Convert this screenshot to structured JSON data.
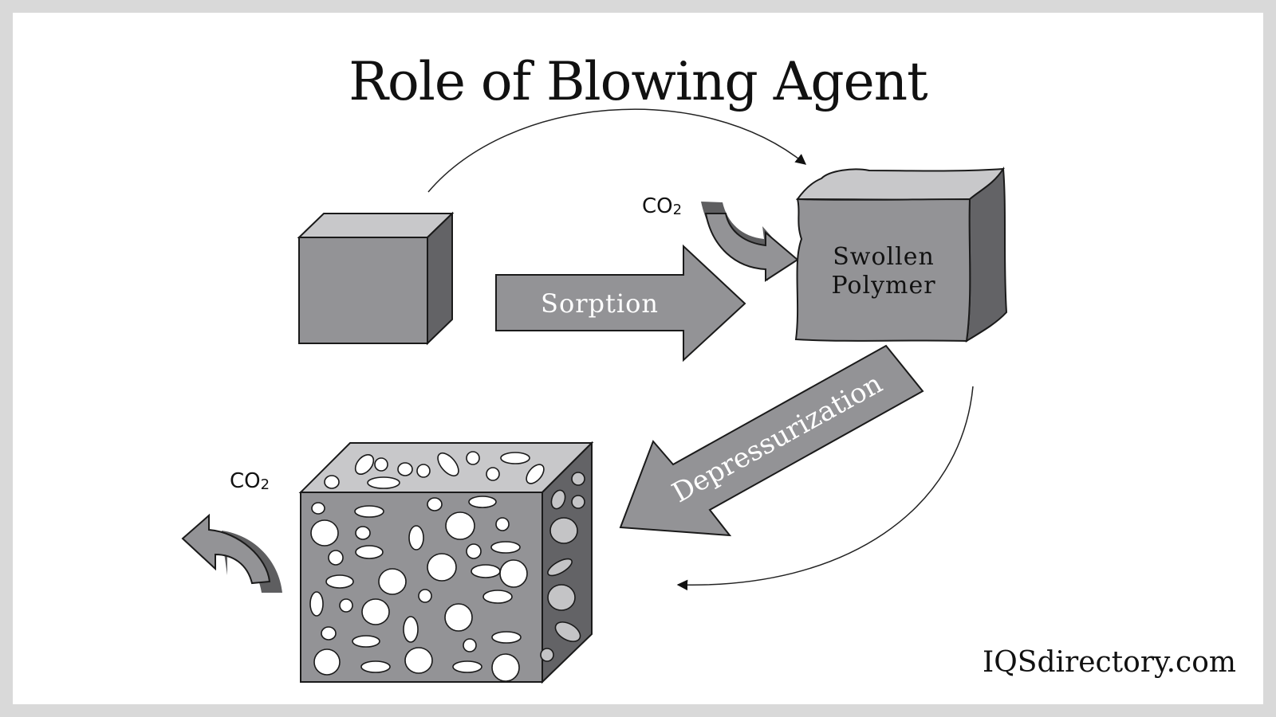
{
  "title": "Role of Blowing Agent",
  "brand": "IQSdirectory.com",
  "labels": {
    "sorption": "Sorption",
    "swollen_line1": "Swollen",
    "swollen_line2": "Polymer",
    "depressurization": "Depressurization",
    "co2_in": "CO",
    "co2_in_sub": "2",
    "co2_out": "CO",
    "co2_out_sub": "2"
  },
  "colors": {
    "face_front": "#939396",
    "face_top": "#c8c8ca",
    "face_side": "#636366",
    "arrow_fill": "#939396",
    "arrow_shadow": "#5e5e60",
    "outline": "#1a1a1a",
    "pore_front": "#ffffff",
    "pore_side": "#c4c4c6"
  }
}
